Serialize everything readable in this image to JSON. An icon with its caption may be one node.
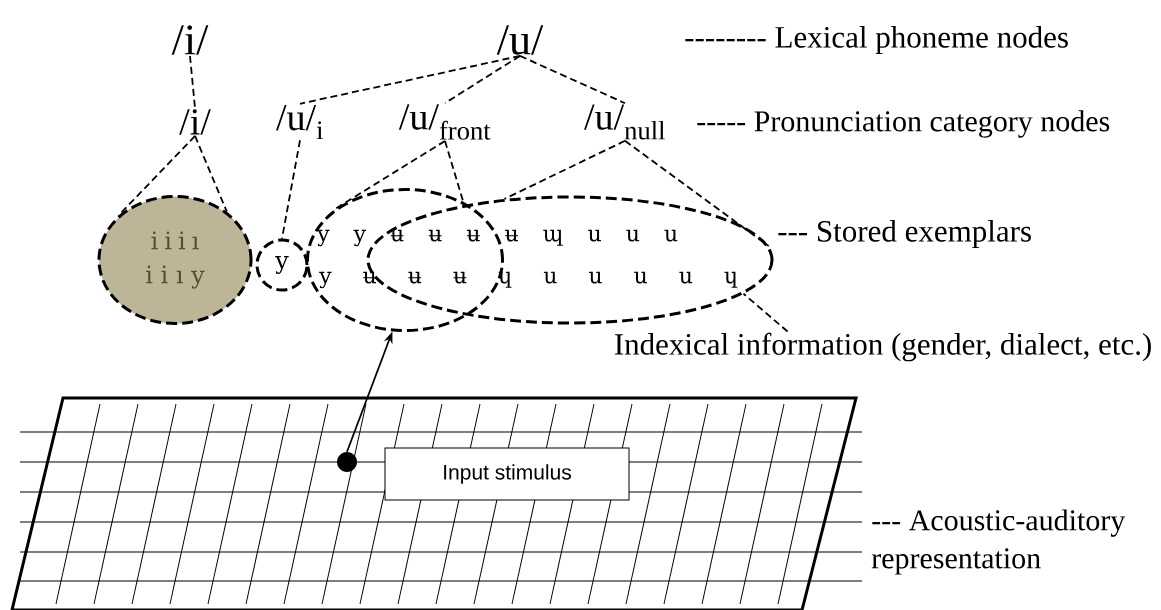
{
  "diagram": {
    "nodes": [
      {
        "text": [
          "/i/"
        ]
      },
      {
        "text": [
          "/u/"
        ]
      },
      {
        "text": [
          "/i/"
        ]
      },
      {
        "text": [
          "/u/$_{i}$"
        ]
      },
      {
        "text": [
          "/u/$_{front}$"
        ]
      },
      {
        "text": [
          "/u/$_{null}$"
        ]
      },
      {
        "text": [
          "i i i ı",
          "i i ı y"
        ]
      },
      {
        "text": [
          "y"
        ]
      },
      {
        "text": [],
        "shape": "ellipse"
      },
      {
        "text": [],
        "shape": "ellipse"
      },
      {
        "text": [
          "Indexical information (gender, dialect, etc.)"
        ]
      },
      {
        "text": [],
        "shape": "circle"
      },
      {
        "text": [
          "Input stimulus"
        ]
      }
    ],
    "edges": [
      {
        "from": 0,
        "to": 2,
        "arrow": "none",
        "style": "dashed"
      },
      {
        "from": 1,
        "to": 3,
        "arrow": "none",
        "style": "dashed"
      },
      {
        "from": 1,
        "to": 4,
        "arrow": "none",
        "style": "dashed"
      },
      {
        "from": 1,
        "to": 5,
        "arrow": "none",
        "style": "dashed"
      },
      {
        "from": 2,
        "to": 6,
        "arrow": "none",
        "style": "dashed"
      },
      {
        "from": 2,
        "to": 6,
        "arrow": "none",
        "style": "dashed"
      },
      {
        "from": 3,
        "to": 7,
        "arrow": "none",
        "style": "dashed"
      },
      {
        "from": 4,
        "to": 8,
        "arrow": "none",
        "style": "dashed"
      },
      {
        "from": 4,
        "to": 8,
        "arrow": "none",
        "style": "dashed"
      },
      {
        "from": 5,
        "to": 9,
        "arrow": "none",
        "style": "dashed"
      },
      {
        "from": 5,
        "to": 9,
        "arrow": "none",
        "style": "dashed"
      },
      {
        "from": 10,
        "to": 9,
        "arrow": "none",
        "style": "dashed"
      },
      {
        "from": 11,
        "to": 8,
        "arrow": "to"
      }
    ],
    "labels": [
      "-------- Lexical phoneme nodes",
      "----- Pronunciation category nodes",
      "y y ʉ ʉ ʉ ʉ ɰ u u u",
      "--- Stored exemplars",
      "y ʉ ʉ ʉ ɥ u u u u ɥ",
      "--- Acoustic-auditory representation"
    ]
  }
}
